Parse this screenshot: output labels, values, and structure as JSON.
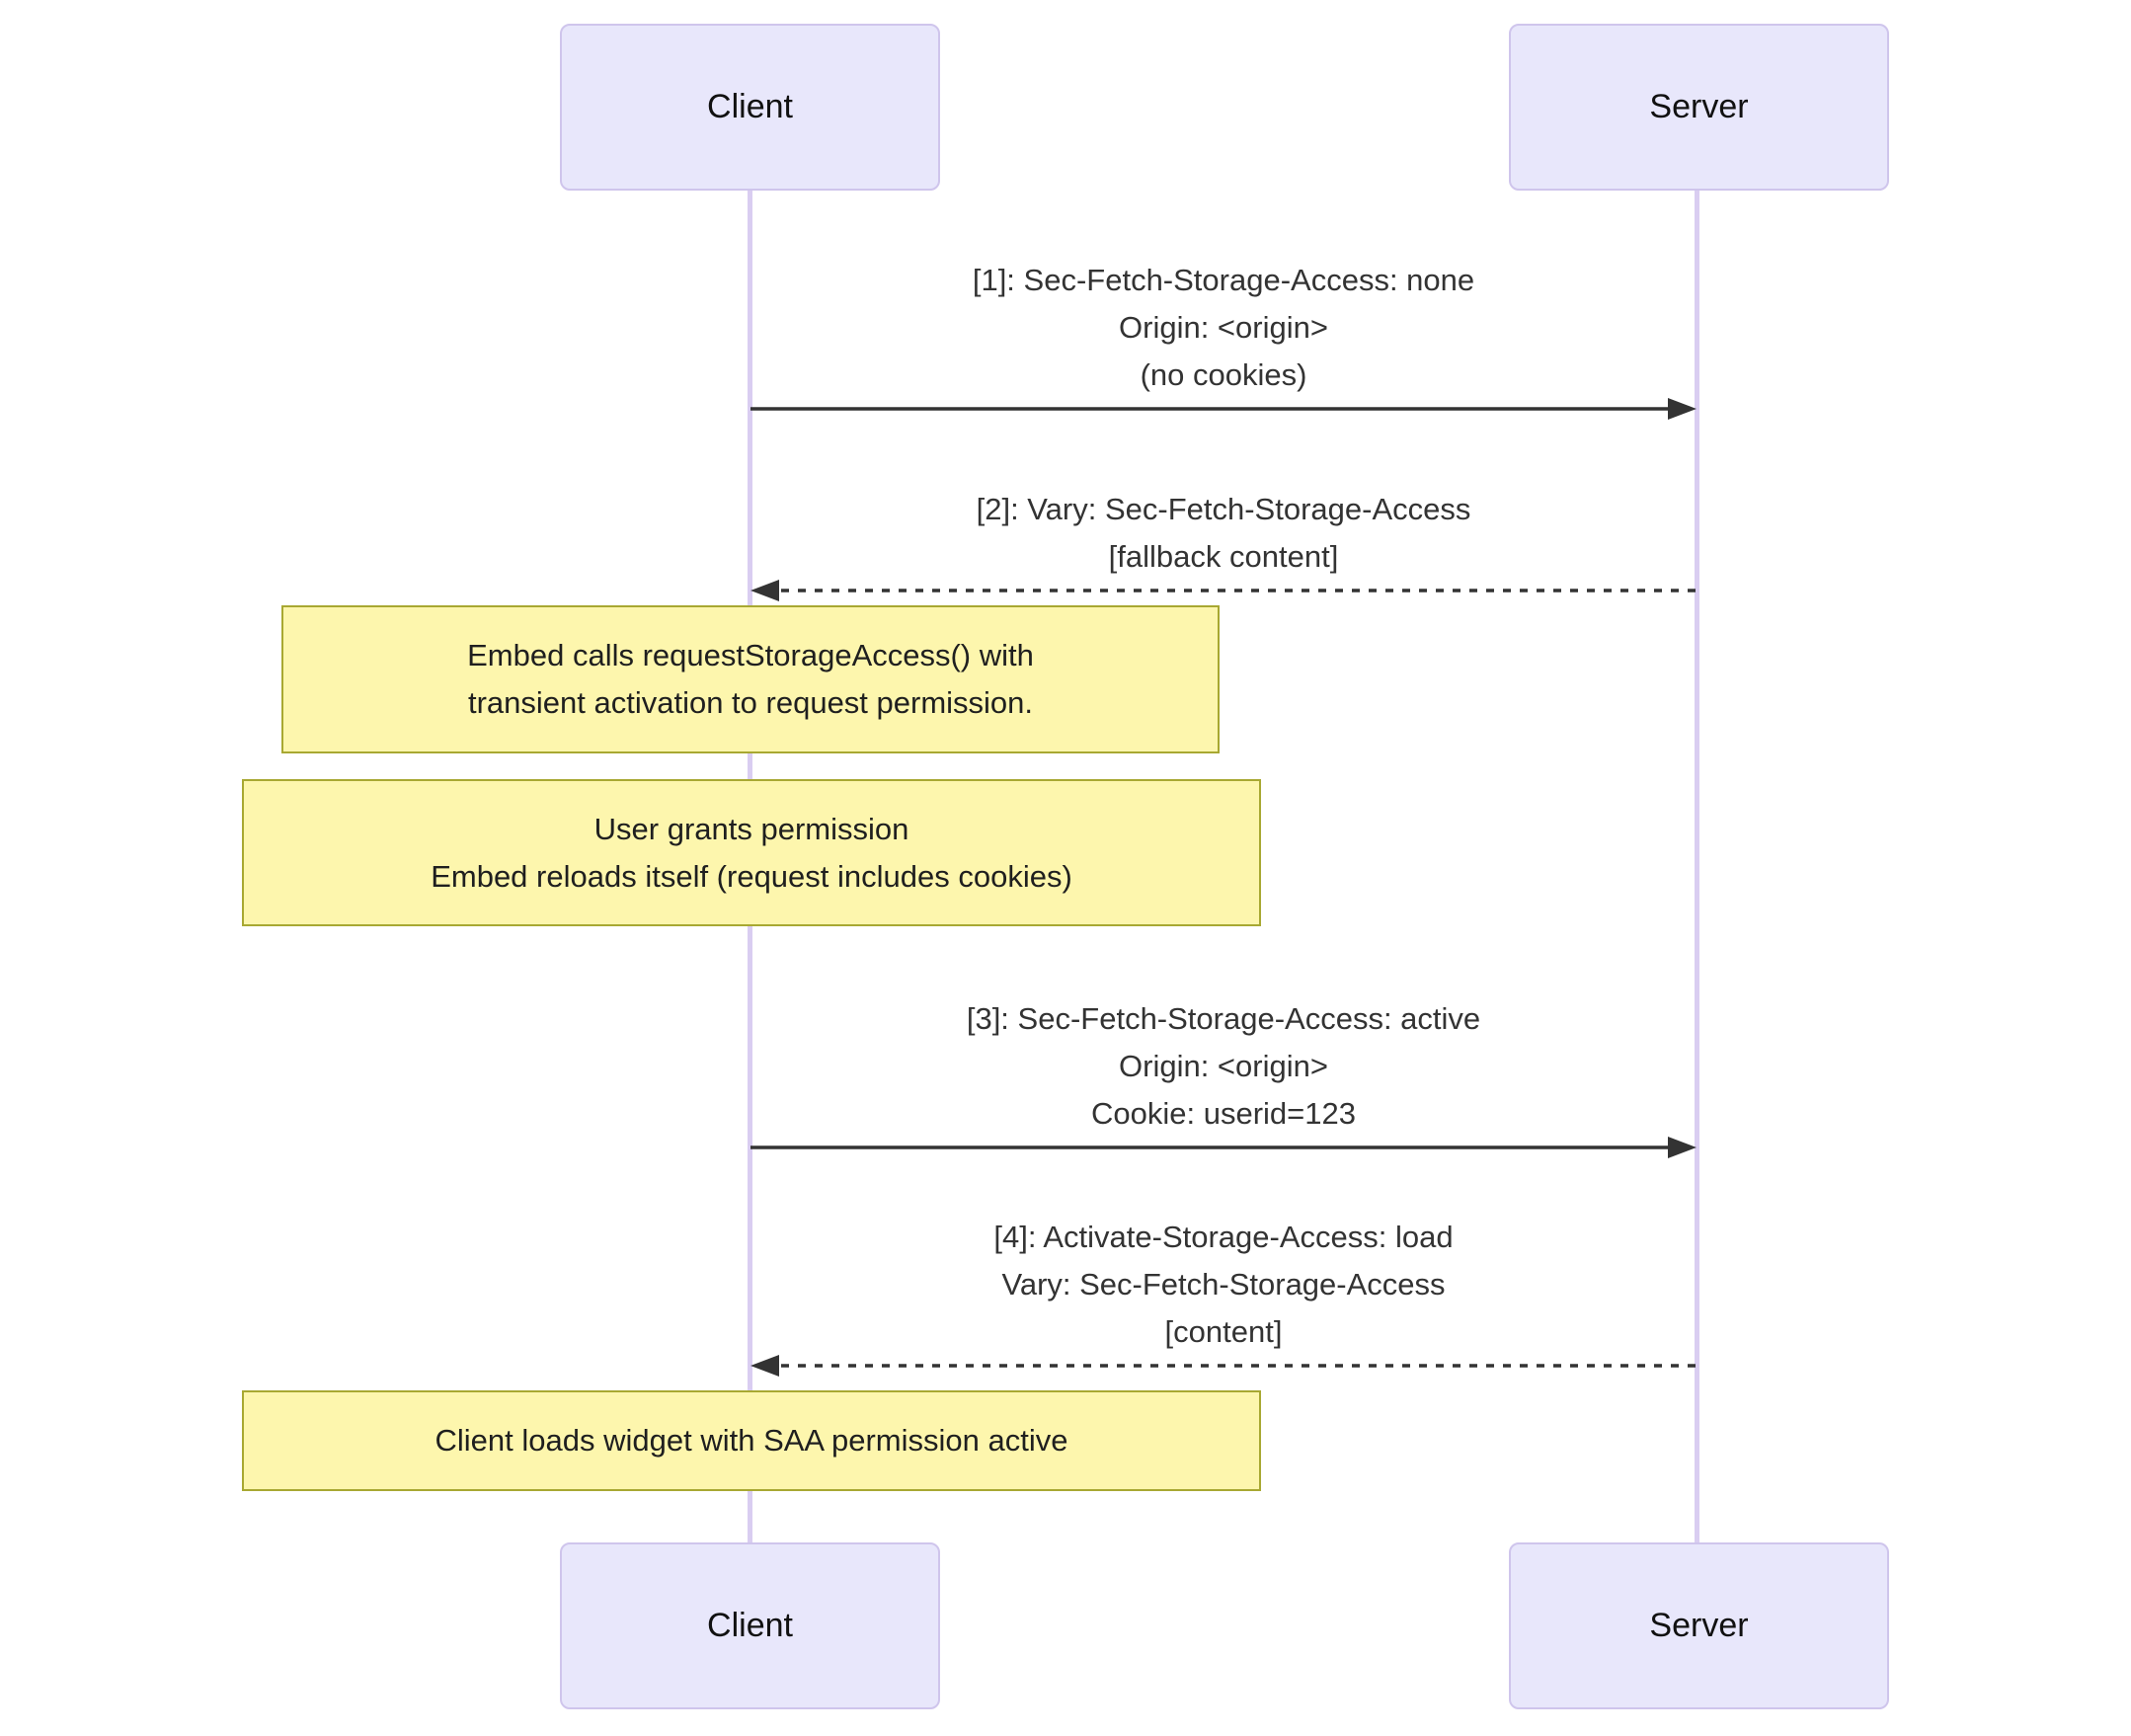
{
  "colors": {
    "background": "#ffffff",
    "actor-fill": "#e8e7fb",
    "actor-border": "#cfc5ec",
    "lifeline": "#d9cdf1",
    "note-fill": "#fdf6ad",
    "note-border": "#a8a832",
    "arrow": "#333333",
    "message-text": "#333333",
    "actor-text": "#111111",
    "note-text": "#1f1f1f"
  },
  "actors": {
    "client": "Client",
    "server": "Server"
  },
  "messages": [
    {
      "from": "Client",
      "to": "Server",
      "style": "solid",
      "lines": [
        "[1]: Sec-Fetch-Storage-Access: none",
        "Origin: <origin>",
        "(no cookies)"
      ]
    },
    {
      "from": "Server",
      "to": "Client",
      "style": "dashed",
      "lines": [
        "[2]: Vary: Sec-Fetch-Storage-Access",
        "[fallback content]"
      ]
    },
    {
      "from": "Client",
      "to": "Server",
      "style": "solid",
      "lines": [
        "[3]: Sec-Fetch-Storage-Access: active",
        "Origin: <origin>",
        "Cookie: userid=123"
      ]
    },
    {
      "from": "Server",
      "to": "Client",
      "style": "dashed",
      "lines": [
        "[4]: Activate-Storage-Access: load",
        "Vary: Sec-Fetch-Storage-Access",
        "[content]"
      ]
    }
  ],
  "notes": [
    {
      "over": "Client",
      "lines": [
        "Embed calls requestStorageAccess() with",
        "transient activation to request permission."
      ]
    },
    {
      "over": "Client",
      "lines": [
        "User grants permission",
        "Embed reloads itself (request includes cookies)"
      ]
    },
    {
      "over": "Client",
      "lines": [
        "Client loads widget with SAA permission active"
      ]
    }
  ]
}
